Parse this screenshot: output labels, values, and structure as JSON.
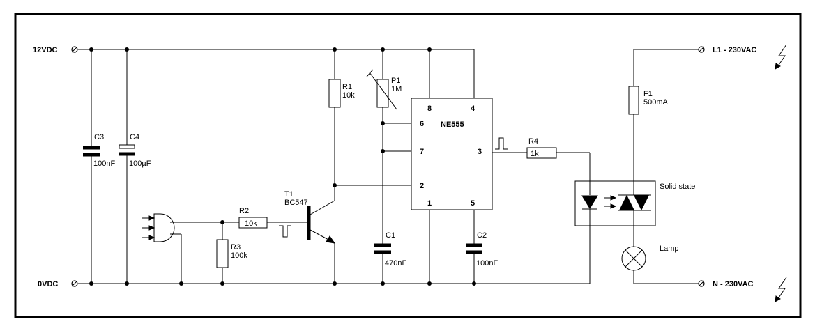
{
  "terminals": {
    "v12": "12VDC",
    "v0": "0VDC",
    "l1": "L1 - 230VAC",
    "n": "N - 230VAC"
  },
  "components": {
    "C3": {
      "ref": "C3",
      "value": "100nF"
    },
    "C4": {
      "ref": "C4",
      "value": "100µF"
    },
    "R1": {
      "ref": "R1",
      "value": "10k"
    },
    "P1": {
      "ref": "P1",
      "value": "1M"
    },
    "R2": {
      "ref": "R2",
      "value": "10k"
    },
    "R3": {
      "ref": "R3",
      "value": "100k"
    },
    "T1": {
      "ref": "T1",
      "value": "BC547"
    },
    "C1": {
      "ref": "C1",
      "value": "470nF"
    },
    "C2": {
      "ref": "C2",
      "value": "100nF"
    },
    "R4": {
      "ref": "R4",
      "value": "1k"
    },
    "F1": {
      "ref": "F1",
      "value": "500mA"
    },
    "ic": {
      "name": "NE555",
      "pins": {
        "p8": "8",
        "p4": "4",
        "p6": "6",
        "p7": "7",
        "p3": "3",
        "p2": "2",
        "p1": "1",
        "p5": "5"
      }
    },
    "ssr": {
      "label": "Solid state"
    },
    "lamp": {
      "label": "Lamp"
    }
  }
}
